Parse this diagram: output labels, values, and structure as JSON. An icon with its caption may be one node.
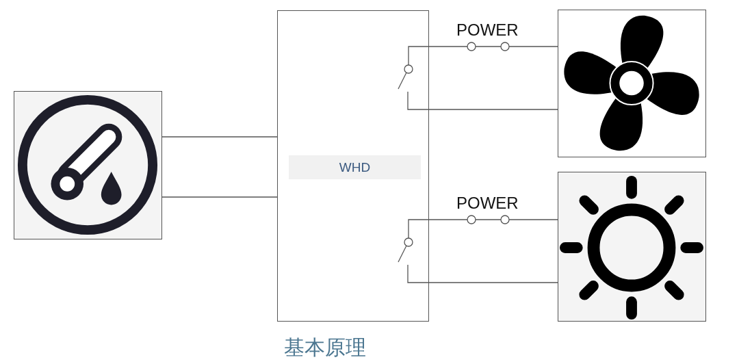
{
  "diagram": {
    "caption": "基本原理",
    "nodes": [
      {
        "text": [],
        "shape": "picture"
      },
      {
        "text": [
          "WHD"
        ]
      },
      {
        "text": [],
        "shape": "picture"
      },
      {
        "text": [],
        "shape": "picture"
      }
    ],
    "edges": [
      {
        "from": 0,
        "to": 1,
        "arrow": "none"
      },
      {
        "from": 0,
        "to": 1,
        "arrow": "none"
      },
      {
        "from": 1,
        "to": 2,
        "arrow": "none"
      },
      {
        "from": 1,
        "to": 2,
        "arrow": "none"
      },
      {
        "from": 1,
        "to": 3,
        "arrow": "none"
      },
      {
        "from": 1,
        "to": 3,
        "arrow": "none"
      }
    ],
    "labels": [
      "POWER",
      "POWER"
    ]
  }
}
